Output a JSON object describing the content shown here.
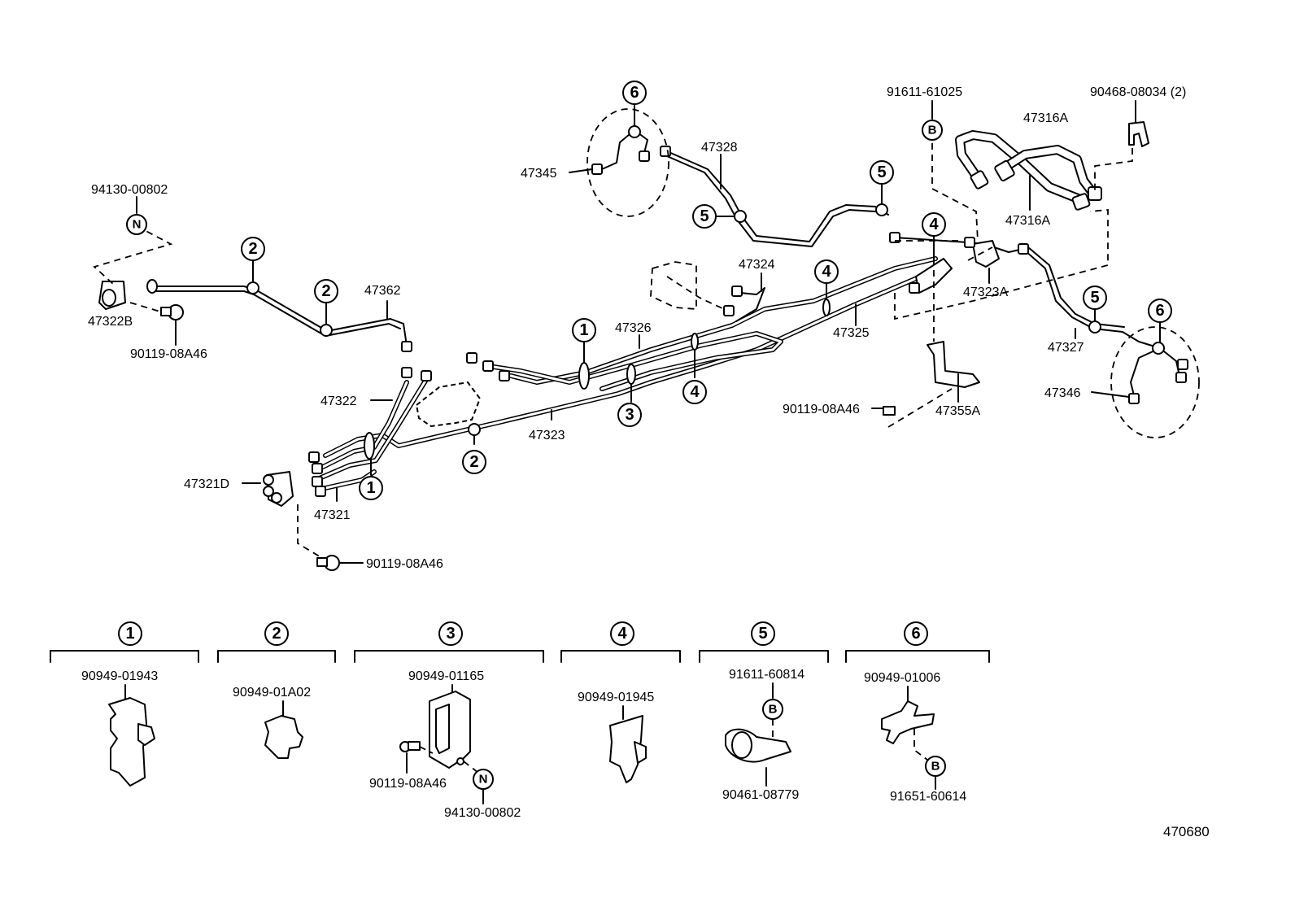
{
  "diagram_id": "470680",
  "part_numbers": {
    "p47345": "47345",
    "p47328": "47328",
    "p94130_top": "94130-00802",
    "p47322B": "47322B",
    "p90119_left": "90119-08A46",
    "p47362": "47362",
    "p47324": "47324",
    "p47326": "47326",
    "p47325": "47325",
    "p47322": "47322",
    "p47323": "47323",
    "p47321D": "47321D",
    "p47321": "47321",
    "p90119_bottom": "90119-08A46",
    "p91611_top": "91611-61025",
    "p90468": "90468-08034 (2)",
    "p47316A_top": "47316A",
    "p47316A_mid": "47316A",
    "p47323A": "47323A",
    "p47327": "47327",
    "p47346": "47346",
    "p90119_right": "90119-08A46",
    "p47355A": "47355A"
  },
  "callout_numbers": [
    "1",
    "2",
    "3",
    "4",
    "5",
    "6"
  ],
  "fastener_letters": {
    "n": "N",
    "b": "B"
  },
  "clamp_groups": [
    {
      "num": "1",
      "parts": [
        "90949-01943"
      ]
    },
    {
      "num": "2",
      "parts": [
        "90949-01A02"
      ]
    },
    {
      "num": "3",
      "parts": [
        "90949-01165",
        "90119-08A46",
        "94130-00802"
      ]
    },
    {
      "num": "4",
      "parts": [
        "90949-01945"
      ]
    },
    {
      "num": "5",
      "parts": [
        "91611-60814",
        "90461-08779"
      ]
    },
    {
      "num": "6",
      "parts": [
        "90949-01006",
        "91651-60614"
      ]
    }
  ]
}
